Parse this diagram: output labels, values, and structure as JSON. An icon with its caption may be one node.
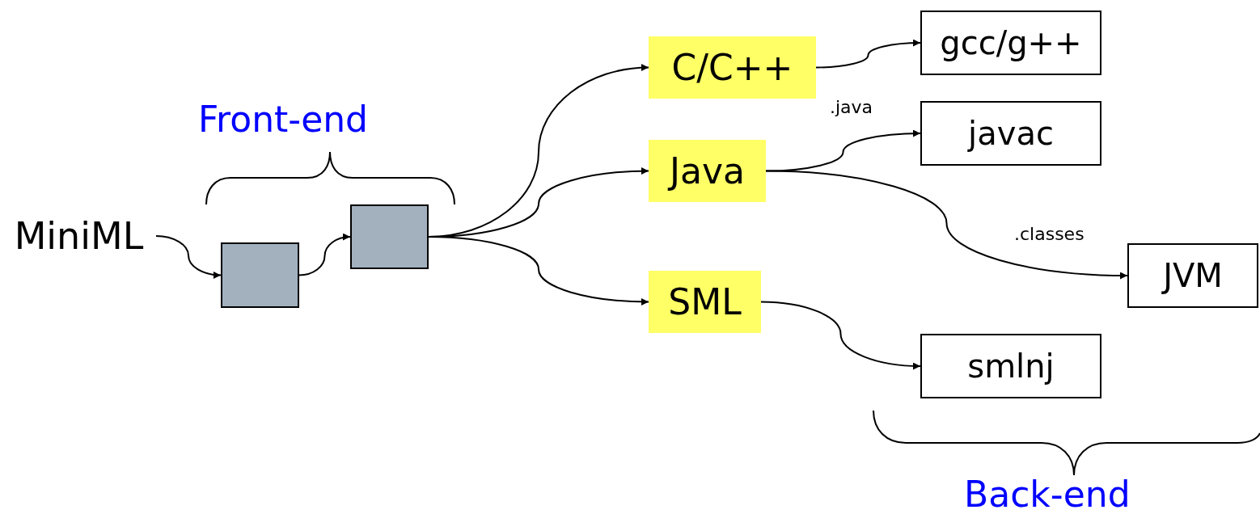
{
  "diagram": {
    "nodes": [
      {
        "text": [
          "MiniML"
        ]
      },
      {
        "text": [],
        "shape": "box"
      },
      {
        "text": [],
        "shape": "box"
      },
      {
        "text": [
          "C/C++"
        ]
      },
      {
        "text": [
          "Java"
        ]
      },
      {
        "text": [
          "SML"
        ]
      },
      {
        "text": [
          "gcc/g++"
        ]
      },
      {
        "text": [
          "javac"
        ]
      },
      {
        "text": [
          "JVM"
        ]
      },
      {
        "text": [
          "smlnj"
        ]
      }
    ],
    "edges": [
      {
        "from": 0,
        "to": 1,
        "arrow": "to"
      },
      {
        "from": 1,
        "to": 2,
        "arrow": "to"
      },
      {
        "from": 2,
        "to": 3,
        "arrow": "to"
      },
      {
        "from": 2,
        "to": 4,
        "arrow": "to"
      },
      {
        "from": 2,
        "to": 5,
        "arrow": "to"
      },
      {
        "from": 3,
        "to": 6,
        "arrow": "to"
      },
      {
        "from": 4,
        "to": 7,
        "arrow": "to",
        "label": ".java"
      },
      {
        "from": 4,
        "to": 8,
        "arrow": "to",
        "label": ".classes"
      },
      {
        "from": 5,
        "to": 9,
        "arrow": "to"
      }
    ],
    "labels": [
      "Front-end",
      "Back-end"
    ]
  }
}
